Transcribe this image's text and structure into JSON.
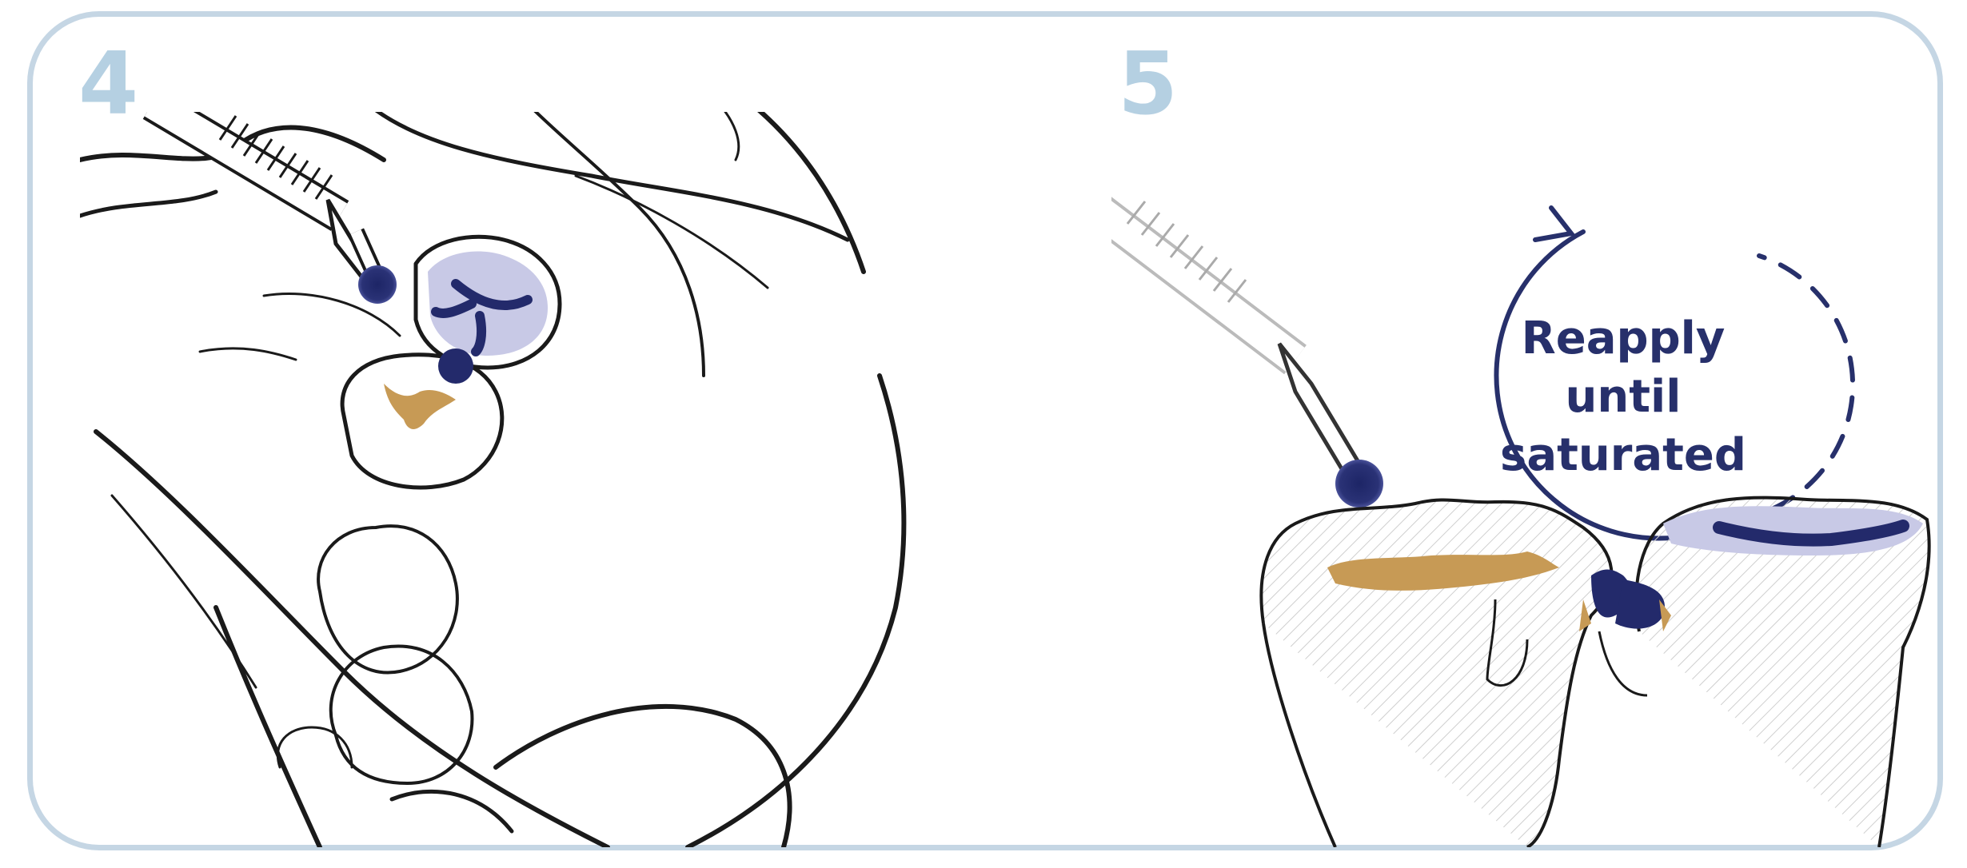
{
  "steps": [
    {
      "number": "4"
    },
    {
      "number": "5",
      "caption": {
        "line1": "Reapply",
        "line2": "until",
        "line3": "saturated"
      }
    }
  ],
  "colors": {
    "frame": "#c5d6e4",
    "step_number": "#b5d0e2",
    "applicator_tip": "#232a6b",
    "sealant_light": "#c8c9e6",
    "caries": "#c79a55",
    "caption_text": "#27306b",
    "line_art": "#1a1a1a"
  },
  "icons": {
    "applicator": "microbrush-applicator",
    "cycle_arrow": "circular-refresh-arrow"
  }
}
